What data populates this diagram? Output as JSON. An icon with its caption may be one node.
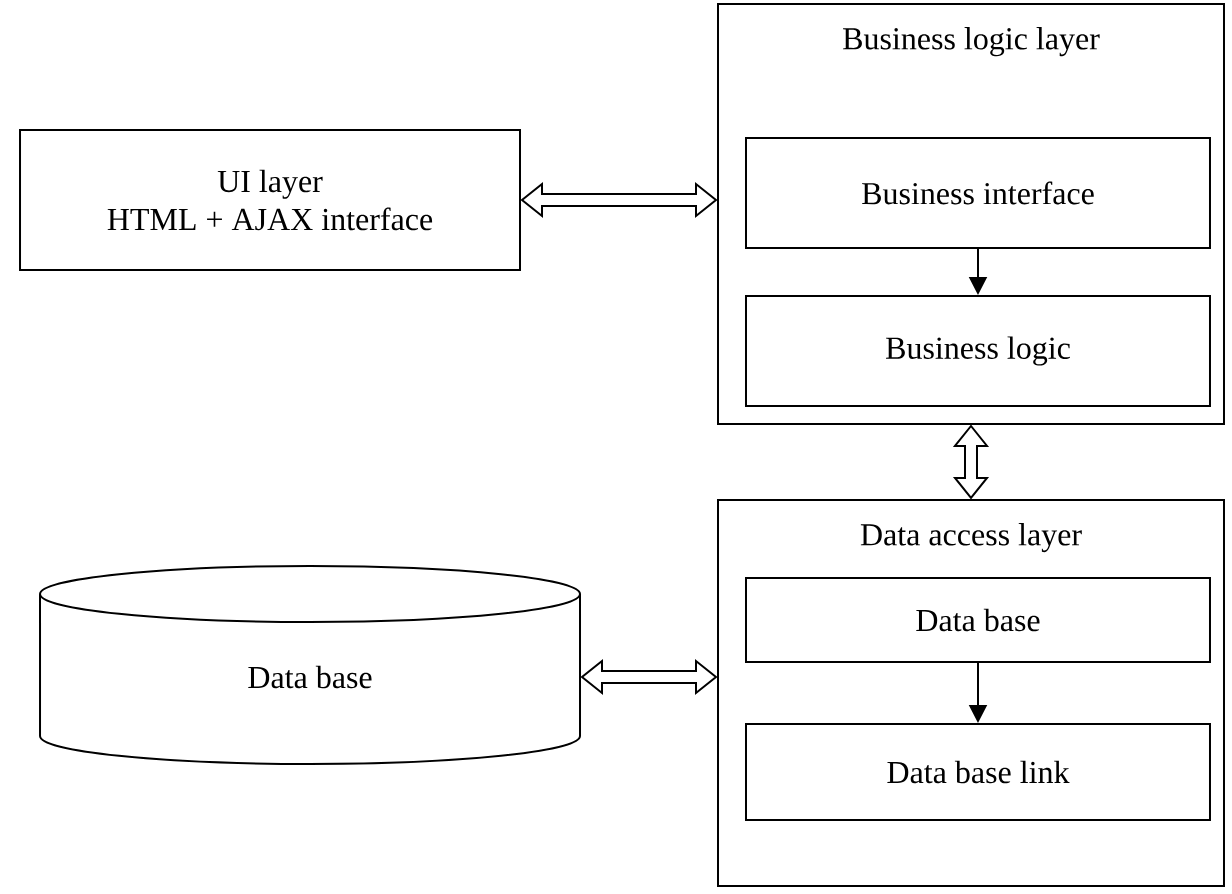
{
  "diagram": {
    "nodes": [
      {
        "text": [
          "UI layer",
          "HTML + AJAX interface"
        ]
      },
      {
        "text": [
          "Business logic layer"
        ]
      },
      {
        "text": [
          "Business interface"
        ],
        "in": 1
      },
      {
        "text": [
          "Business logic"
        ],
        "in": 1
      },
      {
        "text": [
          "Data access layer"
        ]
      },
      {
        "text": [
          "Data base"
        ],
        "in": 4
      },
      {
        "text": [
          "Data base link"
        ],
        "in": 4
      },
      {
        "text": [
          "Data base"
        ]
      }
    ],
    "edges": [
      {
        "from": 0,
        "to": 1,
        "arrow": "both"
      },
      {
        "from": 2,
        "to": 3,
        "arrow": "to"
      },
      {
        "from": 1,
        "to": 4,
        "arrow": "both"
      },
      {
        "from": 7,
        "to": 4,
        "arrow": "both"
      },
      {
        "from": 5,
        "to": 6,
        "arrow": "to"
      }
    ]
  }
}
